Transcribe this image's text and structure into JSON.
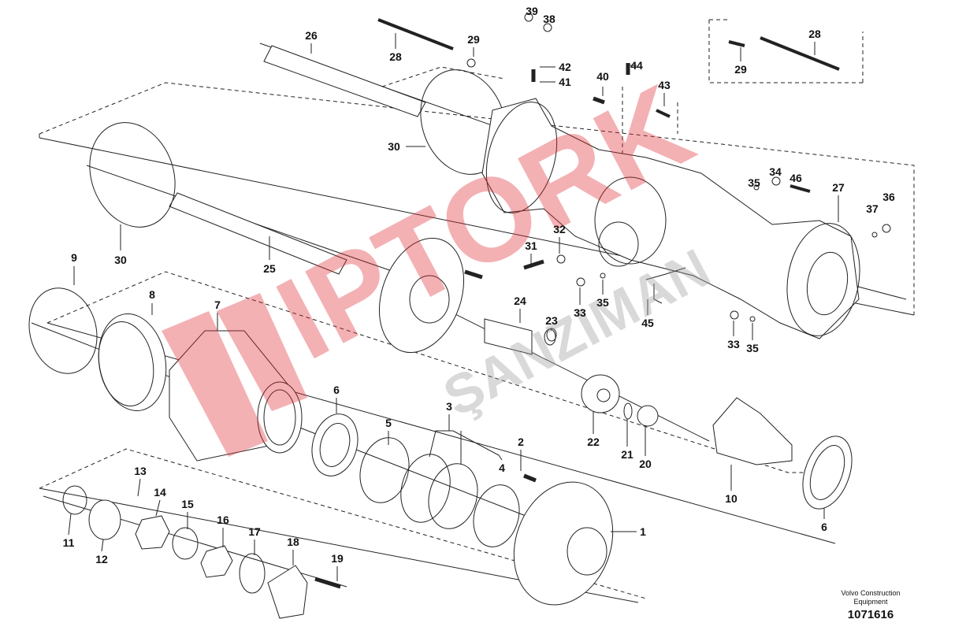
{
  "diagram": {
    "callouts": [
      "26",
      "28",
      "29",
      "39",
      "38",
      "42",
      "41",
      "40",
      "44",
      "43",
      "28",
      "29",
      "30",
      "35",
      "34",
      "46",
      "27",
      "36",
      "37",
      "32",
      "31",
      "9",
      "30",
      "25",
      "33",
      "35",
      "24",
      "23",
      "45",
      "8",
      "7",
      "33",
      "35",
      "6",
      "3",
      "5",
      "2",
      "22",
      "21",
      "20",
      "4",
      "10",
      "6",
      "1",
      "13",
      "14",
      "15",
      "16",
      "17",
      "18",
      "19",
      "11",
      "12"
    ],
    "watermark": "VIPTORK ŞANZIMAN",
    "brand": {
      "line1": "Volvo Construction",
      "line2": "Equipment",
      "number": "1071616"
    },
    "colors": {
      "line": "#222222",
      "watermark": "#e0313a",
      "watermark_gray": "#9a9a9a"
    }
  }
}
